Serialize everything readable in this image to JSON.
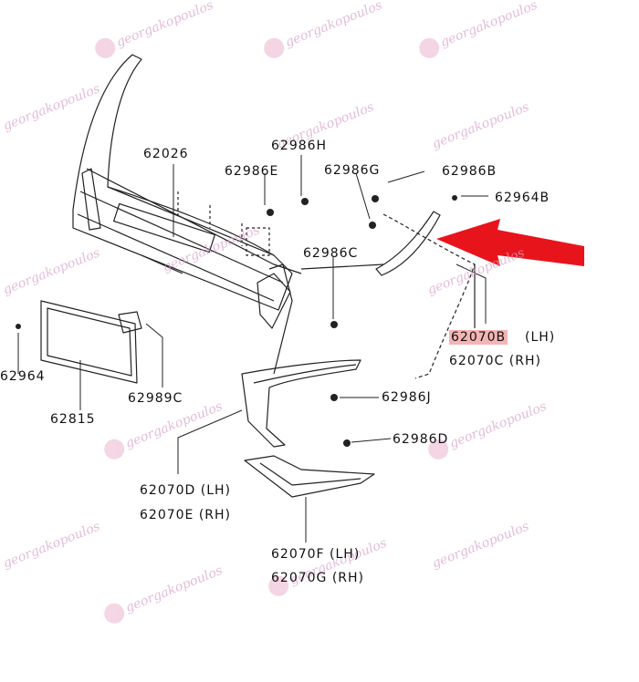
{
  "diagram": {
    "watermark": "georgakopoulos",
    "accent_color": "#e8141c",
    "highlight_color": "#f4b4b4",
    "labels": {
      "l62026": "62026",
      "l62986H": "62986H",
      "l62986E": "62986E",
      "l62986G": "62986G",
      "l62986B": "62986B",
      "l62964B": "62964B",
      "l62986C": "62986C",
      "l62070B": "62070B",
      "l62070B_side": "(LH)",
      "l62070C": "62070C (RH)",
      "l62964": "62964",
      "l62815": "62815",
      "l62989C": "62989C",
      "l62986J": "62986J",
      "l62986D": "62986D",
      "l62070D": "62070D (LH)",
      "l62070E": "62070E (RH)",
      "l62070F": "62070F (LH)",
      "l62070G": "62070G (RH)"
    }
  }
}
